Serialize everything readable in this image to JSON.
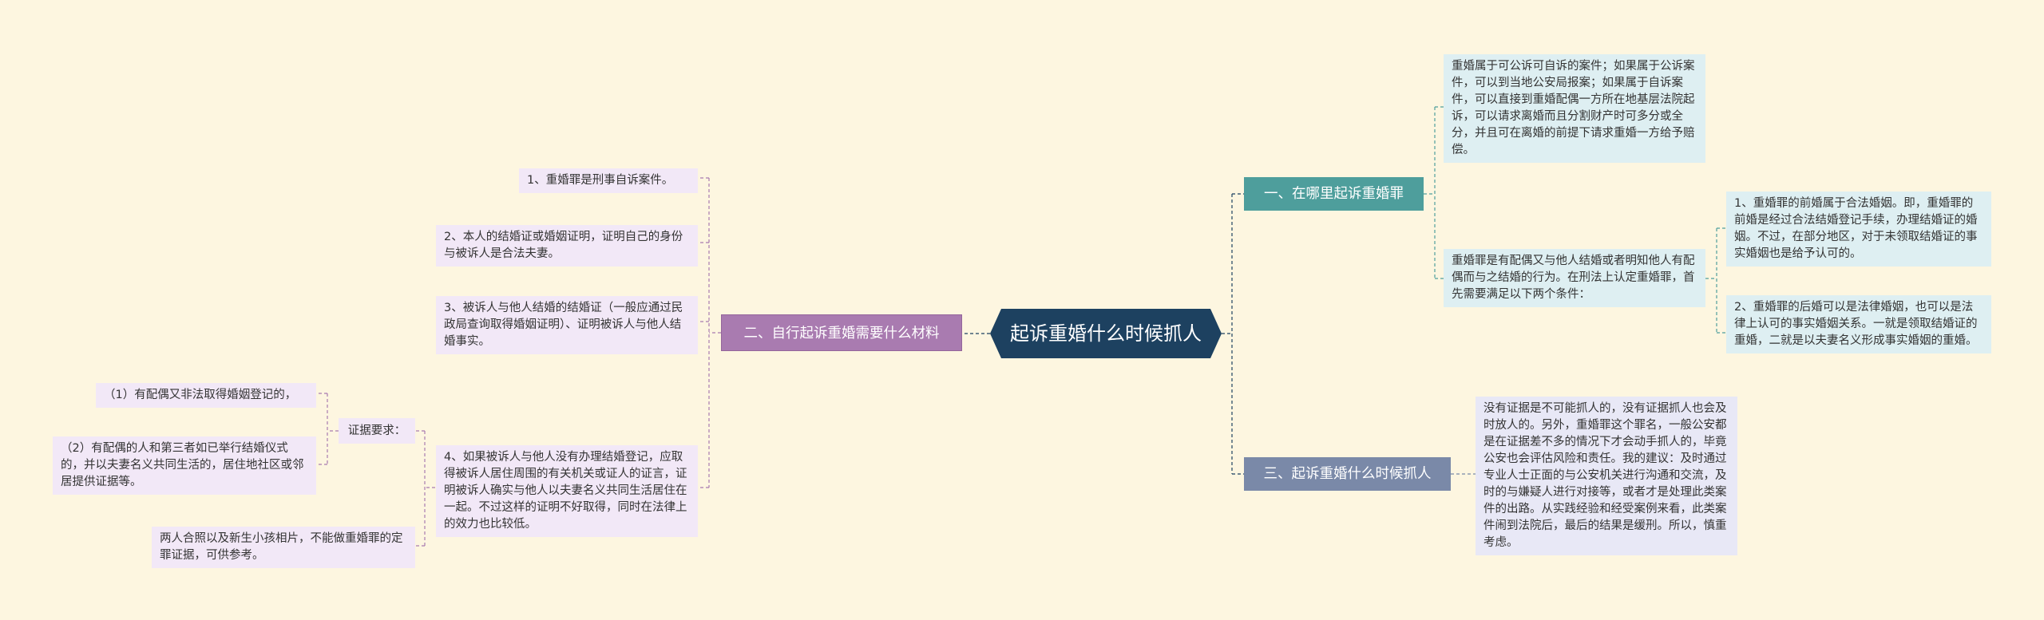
{
  "root": {
    "label": "起诉重婚什么时候抓人"
  },
  "left_branch": {
    "label": "二、自行起诉重婚需要什么材料",
    "items": [
      "1、重婚罪是刑事自诉案件。",
      "2、本人的结婚证或婚姻证明，证明自己的身份与被诉人是合法夫妻。",
      "3、被诉人与他人结婚的结婚证（一般应通过民政局查询取得婚姻证明）、证明被诉人与他人结婚事实。",
      "4、如果被诉人与他人没有办理结婚登记，应取得被诉人居住周围的有关机关或证人的证言，证明被诉人确实与他人以夫妻名义共同生活居住在一起。不过这样的证明不好取得，同时在法律上的效力也比较低。"
    ],
    "evidence": {
      "label": "证据要求：",
      "items": [
        "（1）有配偶又非法取得婚姻登记的，",
        "（2）有配偶的人和第三者如已举行结婚仪式的，并以夫妻名义共同生活的，居住地社区或邻居提供证据等。"
      ]
    },
    "note": "两人合照以及新生小孩相片，不能做重婚罪的定罪证据，可供参考。"
  },
  "right_branch_1": {
    "label": "一、在哪里起诉重婚罪",
    "items": [
      "重婚属于可公诉可自诉的案件；如果属于公诉案件，可以到当地公安局报案；如果属于自诉案件，可以直接到重婚配偶一方所在地基层法院起诉，可以请求离婚而且分割财产时可多分或全分，并且可在离婚的前提下请求重婚一方给予赔偿。",
      "重婚罪是有配偶又与他人结婚或者明知他人有配偶而与之结婚的行为。在刑法上认定重婚罪，首先需要满足以下两个条件："
    ],
    "conditions": [
      "1、重婚罪的前婚属于合法婚姻。即，重婚罪的前婚是经过合法结婚登记手续，办理结婚证的婚姻。不过，在部分地区，对于未领取结婚证的事实婚姻也是给予认可的。",
      "2、重婚罪的后婚可以是法律婚姻，也可以是法律上认可的事实婚姻关系。一就是领取结婚证的重婚，二就是以夫妻名义形成事实婚姻的重婚。"
    ]
  },
  "right_branch_3": {
    "label": "三、起诉重婚什么时候抓人",
    "items": [
      "没有证据是不可能抓人的，没有证据抓人也会及时放人的。另外，重婚罪这个罪名，一般公安都是在证据差不多的情况下才会动手抓人的，毕竟公安也会评估风险和责任。我的建议：及时通过专业人士正面的与公安机关进行沟通和交流，及时的与嫌疑人进行对接等，或者才是处理此类案件的出路。从实践经验和经受案例来看，此类案件闹到法院后，最后的结果是缓刑。所以，慎重考虑。"
    ]
  },
  "colors": {
    "background": "#fdf6e0",
    "root": "#1d4160",
    "left_branch": "#a97bb0",
    "right_branch_1": "#4e9e9c",
    "right_branch_3": "#7a89a8",
    "left_leaf": "#f2e8f7",
    "right_leaf": "#deeff2",
    "connector": "#9aa0a6"
  }
}
